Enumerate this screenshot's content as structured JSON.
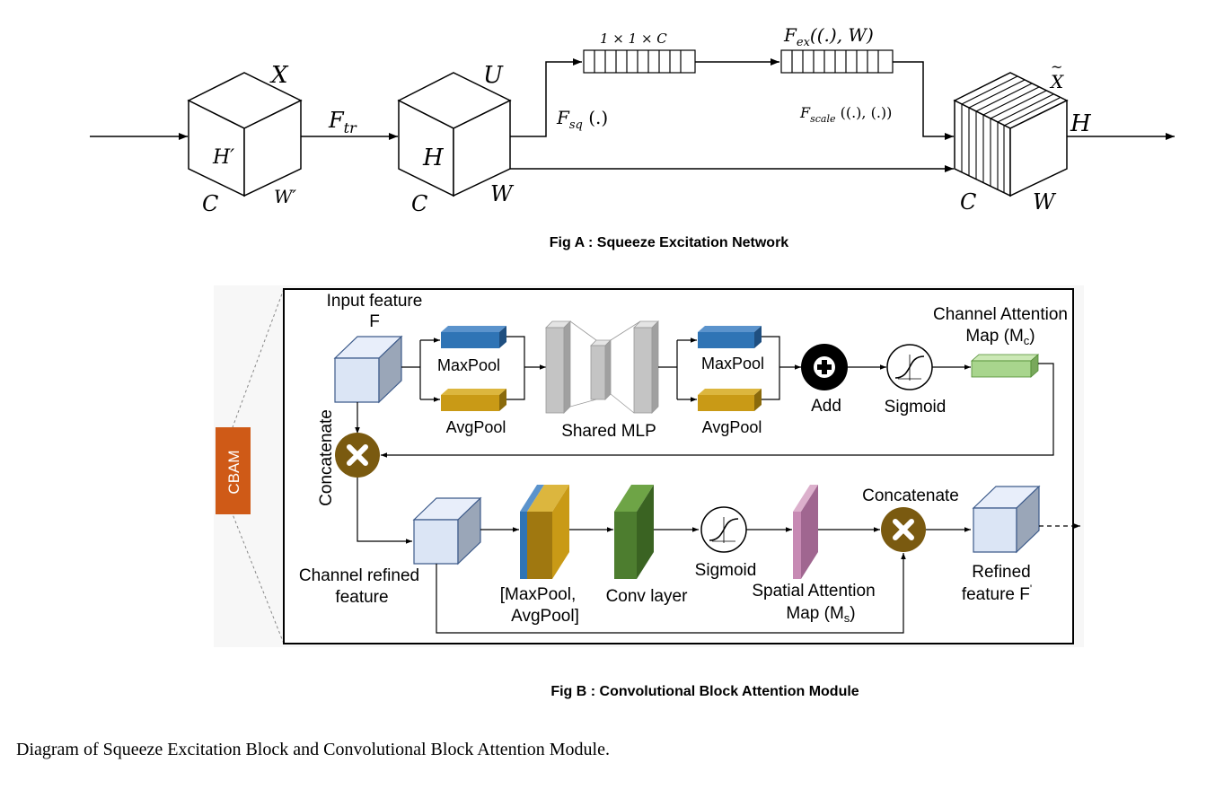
{
  "fig_a": {
    "caption": "Fig A : Squeeze Excitation Network",
    "cube_x": {
      "top": "X",
      "left": "C",
      "mid": "H′",
      "right": "W′"
    },
    "f_tr": "F",
    "f_tr_sub": "tr",
    "cube_u": {
      "top": "U",
      "left": "C",
      "mid": "H",
      "right": "W"
    },
    "squeeze_dim": "1 × 1 × C",
    "f_sq": "F",
    "f_sq_sub": "sq",
    "f_sq_args": " (.)",
    "f_ex": "F",
    "f_ex_sub": "ex",
    "f_ex_args": "((.), W)",
    "f_scale": "F",
    "f_scale_sub": "scale",
    "f_scale_args": " ((.), (.))",
    "cube_out": {
      "top": "X",
      "top_mark": "~",
      "left": "C",
      "right": "W",
      "side": "H"
    }
  },
  "fig_b": {
    "caption": "Fig B : Convolutional Block Attention Module",
    "tag": "CBAM",
    "input_feature": [
      "Input feature",
      "F"
    ],
    "maxpool": "MaxPool",
    "avgpool": "AvgPool",
    "shared_mlp": "Shared MLP",
    "add": "Add",
    "sigmoid": "Sigmoid",
    "channel_map": [
      "Channel Attention",
      "Map (M",
      "c",
      ")"
    ],
    "concatenate": "Concatenate",
    "channel_refined": [
      "Channel refined",
      "feature"
    ],
    "pool_stack": [
      "[MaxPool,",
      "AvgPool]"
    ],
    "conv_layer": "Conv layer",
    "spatial_map": [
      "Spatial Attention",
      "Map (M",
      "s",
      ")"
    ],
    "refined": [
      "Refined",
      "feature F"
    ],
    "refined_mark": "'"
  },
  "caption": "Diagram of Squeeze Excitation Block and Convolutional Block Attention Module.",
  "colors": {
    "blue_pool": "#2f74b5",
    "gold_pool": "#c99a16",
    "cube_face": "#dbe5f5",
    "cube_side": "#9aa6b8",
    "green_map": "#a8d58d",
    "conv_green": "#4d7d2f",
    "spatial_pink": "#c78ab4",
    "concat_brown": "#7a5a10",
    "cbam_orange": "#cf5a17",
    "mlp_gray": "#c4c4c4"
  }
}
